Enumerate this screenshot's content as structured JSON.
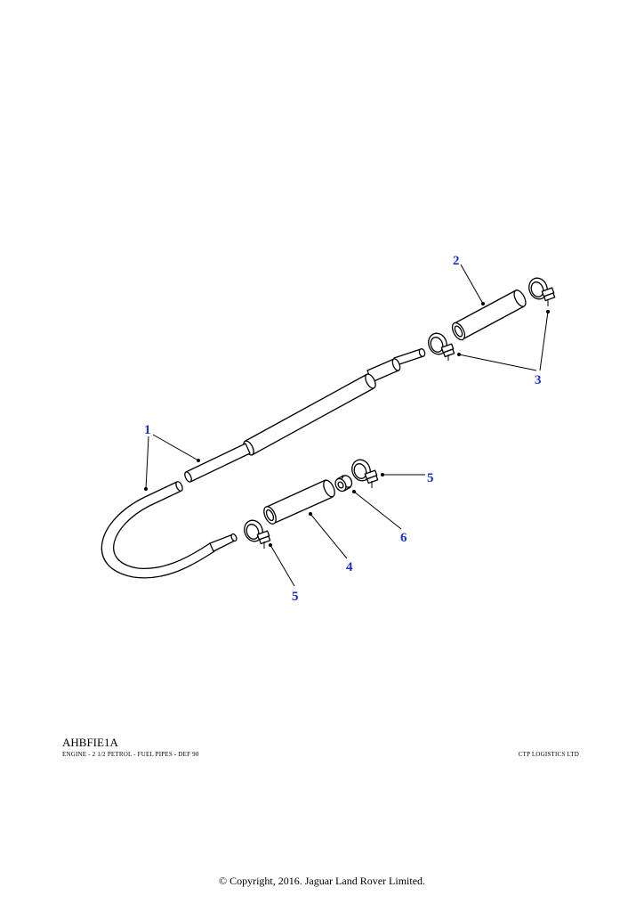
{
  "diagram": {
    "callouts": [
      {
        "id": "c1",
        "label": "1"
      },
      {
        "id": "c2",
        "label": "2"
      },
      {
        "id": "c3",
        "label": "3"
      },
      {
        "id": "c4",
        "label": "4"
      },
      {
        "id": "c5a",
        "label": "5"
      },
      {
        "id": "c5b",
        "label": "5"
      },
      {
        "id": "c6",
        "label": "6"
      }
    ],
    "callout_color": "#1a2fd6"
  },
  "footer": {
    "reference_code": "AHBFIE1A",
    "description": "ENGINE - 2 1/2 PETROL - FUEL PIPES - DEF 90",
    "company": "CTP LOGISTICS LTD",
    "copyright": "© Copyright, 2016. Jaguar Land Rover Limited."
  }
}
